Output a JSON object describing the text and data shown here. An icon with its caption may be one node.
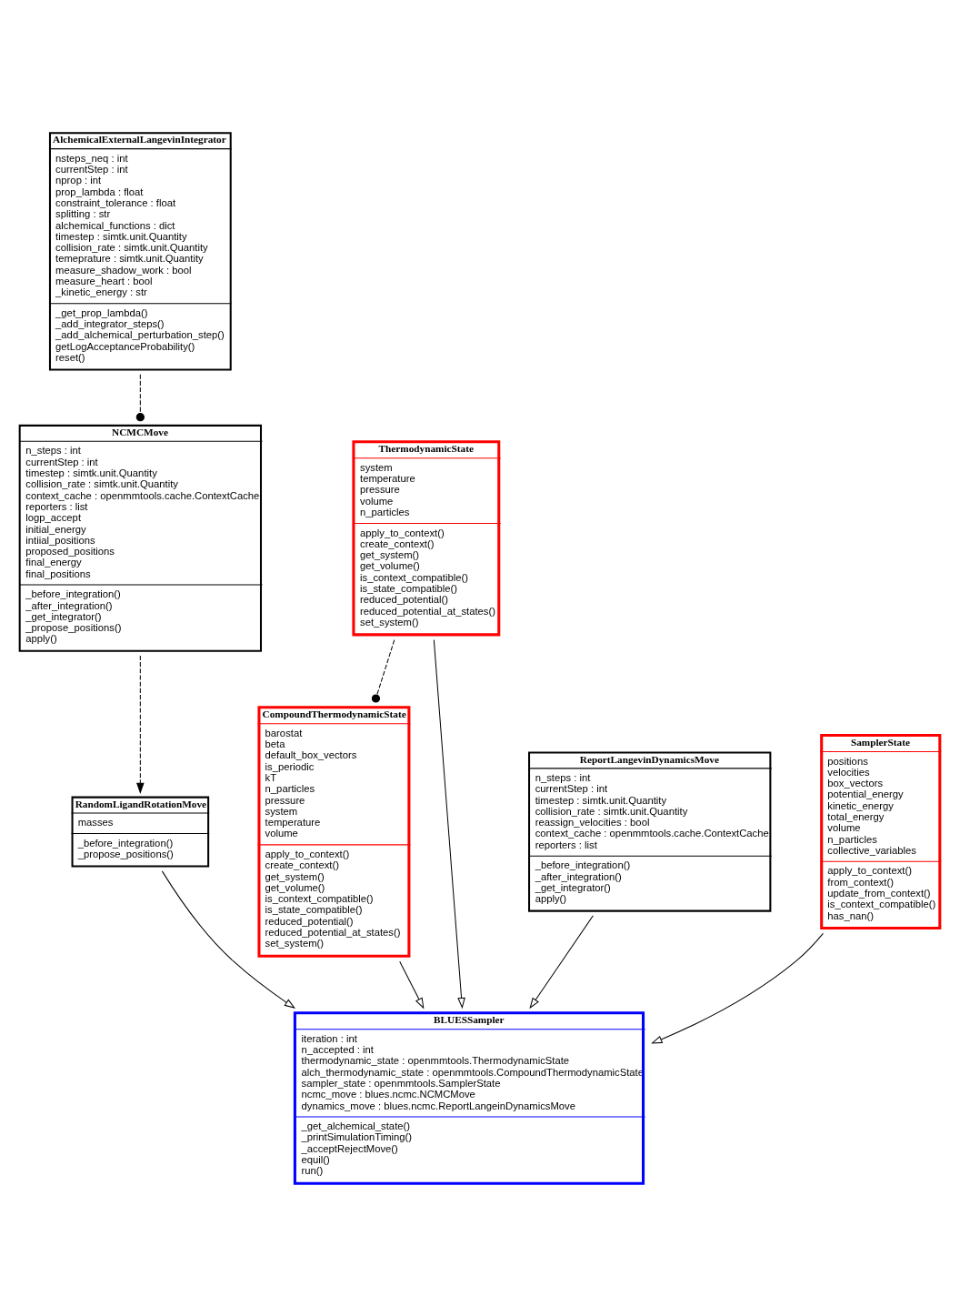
{
  "diagram": {
    "nodes": [
      {
        "text": [
          "AlchemicalExternalLangevinIntegrator",
          "nsteps_neq : int",
          "currentStep : int",
          "nprop : int",
          "prop_lambda : float",
          "constraint_tolerance : float",
          "splitting : str",
          "alchemical_functions : dict",
          "timestep : simtk.unit.Quantity",
          "collision_rate : simtk.unit.Quantity",
          "temeprature : simtk.unit.Quantity",
          "measure_shadow_work : bool",
          "measure_heart : bool",
          "_kinetic_energy : str",
          "_get_prop_lambda()",
          "_add_integrator_steps()",
          "_add_alchemical_perturbation_step()",
          "getLogAcceptanceProbability()",
          "reset()"
        ]
      },
      {
        "text": [
          "NCMCMove",
          "n_steps : int",
          "currentStep : int",
          "timestep : simtk.unit.Quantity",
          "collision_rate : simtk.unit.Quantity",
          "context_cache : openmmtools.cache.ContextCache",
          "reporters : list",
          "logp_accept",
          "initial_energy",
          "intiial_positions",
          "proposed_positions",
          "final_energy",
          "final_positions",
          "_before_integration()",
          "_after_integration()",
          "_get_integrator()",
          "_propose_positions()",
          "apply()"
        ]
      },
      {
        "text": [
          "CompoundThermodynamicState",
          "barostat",
          "beta",
          "default_box_vectors",
          "is_periodic",
          "kT",
          "n_particles",
          "pressure",
          "system",
          "temperature",
          "volume",
          "apply_to_context()",
          "create_context()",
          "get_system()",
          "get_volume()",
          "is_context_compatible()",
          "is_state_compatible()",
          "reduced_potential()",
          "reduced_potential_at_states()",
          "set_system()"
        ]
      },
      {
        "text": [
          "ReportLangevinDynamicsMove",
          "n_steps : int",
          "currentStep : int",
          "timestep : simtk.unit.Quantity",
          "collision_rate : simtk.unit.Quantity",
          "reassign_velocities : bool",
          "context_cache : openmmtools.cache.ContextCache",
          "reporters : list",
          "_before_integration()",
          "_after_integration()",
          "_get_integrator()",
          "apply()"
        ]
      },
      {
        "text": [
          "RandomLigandRotationMove",
          "masses",
          "_before_integration()",
          "_propose_positions()"
        ]
      },
      {
        "text": [
          "ThermodynamicState",
          "system",
          "temperature",
          "pressure",
          "volume",
          "n_particles",
          "apply_to_context()",
          "create_context()",
          "get_system()",
          "get_volume()",
          "is_context_compatible()",
          "is_state_compatible()",
          "reduced_potential()",
          "reduced_potential_at_states()",
          "set_system()"
        ]
      },
      {
        "text": [
          "BLUESSampler",
          "iteration : int",
          "n_accepted : int",
          "thermodynamic_state : openmmtools.ThermodynamicState",
          "alch_thermodynamic_state : openmmtools.CompoundThermodynamicState",
          "sampler_state : openmmtools.SamplerState",
          "ncmc_move : blues.ncmc.NCMCMove",
          "dynamics_move : blues.ncmc.ReportLangeinDynamicsMove",
          "_get_alchemical_state()",
          "_printSimulationTiming()",
          "_acceptRejectMove()",
          "equil()",
          "run()"
        ]
      },
      {
        "text": [
          "SamplerState",
          "positions",
          "velocities",
          "box_vectors",
          "potential_energy",
          "kinetic_energy",
          "total_energy",
          "volume",
          "n_particles",
          "collective_variables",
          "apply_to_context()",
          "from_context()",
          "update_from_context()",
          "is_context_compatible()",
          "has_nan()"
        ]
      }
    ],
    "edges": [
      {
        "from": 0,
        "to": 1,
        "arrow": "other",
        "style": "dashed"
      },
      {
        "from": 1,
        "to": 4,
        "arrow": "to",
        "style": "dashed"
      },
      {
        "from": 5,
        "to": 2,
        "arrow": "other",
        "style": "dashed"
      },
      {
        "from": 2,
        "to": 6,
        "arrow": "to"
      },
      {
        "from": 3,
        "to": 6,
        "arrow": "to"
      },
      {
        "from": 4,
        "to": 6,
        "arrow": "to"
      },
      {
        "from": 5,
        "to": 6,
        "arrow": "to"
      },
      {
        "from": 7,
        "to": 6,
        "arrow": "to"
      }
    ]
  }
}
